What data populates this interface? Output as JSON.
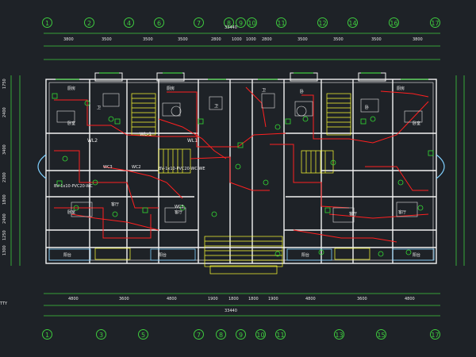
{
  "colors": {
    "background": "#1e2227",
    "axis_bubble": "#3ecb3e",
    "walls": "#f2f2f2",
    "stairs": "#ffff33",
    "wiring": "#ff2020",
    "fixtures": "#33dd33",
    "dimension_lines": "#3ecb3e",
    "balcony": "#7fd0ff"
  },
  "axes_top": [
    "1",
    "2",
    "4",
    "6",
    "7",
    "8",
    "9",
    "10",
    "11",
    "12",
    "14",
    "16",
    "17"
  ],
  "axes_bottom": [
    "1",
    "3",
    "5",
    "7",
    "8",
    "9",
    "10",
    "11",
    "13",
    "15",
    "17"
  ],
  "dims_top": [
    "3800",
    "3500",
    "3500",
    "3500",
    "2800",
    "1000",
    "1000",
    "2800",
    "3500",
    "3500",
    "3500",
    "3800"
  ],
  "dims_top_total": "33440",
  "dims_bottom": [
    "4800",
    "3600",
    "4800",
    "1900",
    "1800",
    "1800",
    "1900",
    "4800",
    "3600",
    "4800"
  ],
  "dims_bottom_total": "33440",
  "dims_left": [
    "1750",
    "2400",
    "3400",
    "2300",
    "1800",
    "2400",
    "1250",
    "1300"
  ],
  "rooms": [
    "厨房",
    "卫",
    "卧室",
    "卧室",
    "卧",
    "卧",
    "卫",
    "厨房",
    "厨房",
    "卫",
    "卧室",
    "客厅",
    "客厅",
    "客厅",
    "客厅",
    "阳台",
    "阳台",
    "阳台",
    "阳台"
  ],
  "wires": {
    "left_unit": "WL-1",
    "mid_left": "WL2",
    "mid_right": "WL1",
    "cable_left": "BV-1x10-PVC20-WC",
    "cable_mid": "BV-1x10-PVC20-WC-WE",
    "wc3_a": "WC3",
    "wc3_b": "WC2",
    "wc3_c": "WC3"
  },
  "partial_left": "TTY"
}
